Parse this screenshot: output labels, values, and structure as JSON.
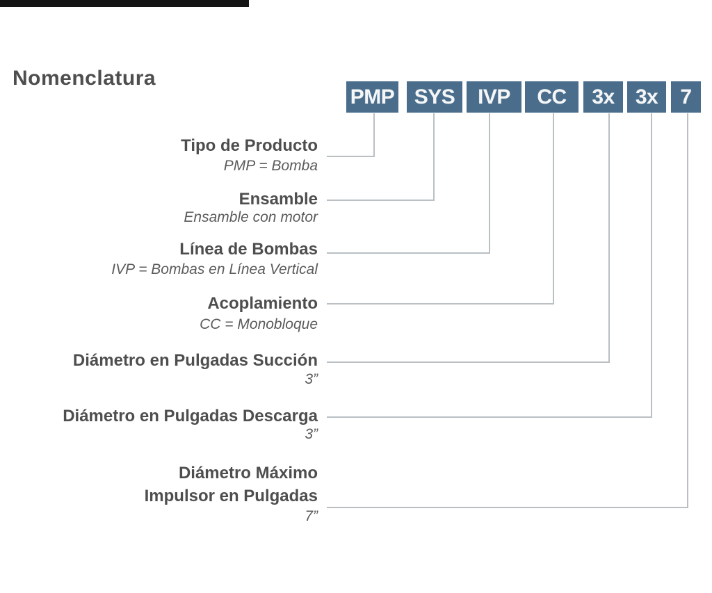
{
  "title": "Nomenclatura",
  "code": {
    "boxes": [
      "PMP",
      "SYS",
      "IVP",
      "CC",
      "3x",
      "3x",
      "7"
    ]
  },
  "rows": [
    {
      "title": "Tipo de Producto",
      "subtitle": "PMP = Bomba"
    },
    {
      "title": "Ensamble",
      "subtitle": "Ensamble con motor"
    },
    {
      "title": "Línea de Bombas",
      "subtitle": "IVP = Bombas en Línea Vertical"
    },
    {
      "title": "Acoplamiento",
      "subtitle": "CC = Monobloque"
    },
    {
      "title": "Diámetro en Pulgadas Succión",
      "subtitle": "3”"
    },
    {
      "title": "Diámetro en Pulgadas Descarga",
      "subtitle": "3”"
    },
    {
      "title": "Diámetro Máximo",
      "title2": "Impulsor en Pulgadas",
      "subtitle": "7”"
    }
  ],
  "colors": {
    "box_background": "#4a6d8c",
    "box_text": "#f4f6f7",
    "label_text": "#4e4e4e",
    "subtitle_text": "#5b5b5b",
    "connector_line": "#b9bfc3"
  }
}
